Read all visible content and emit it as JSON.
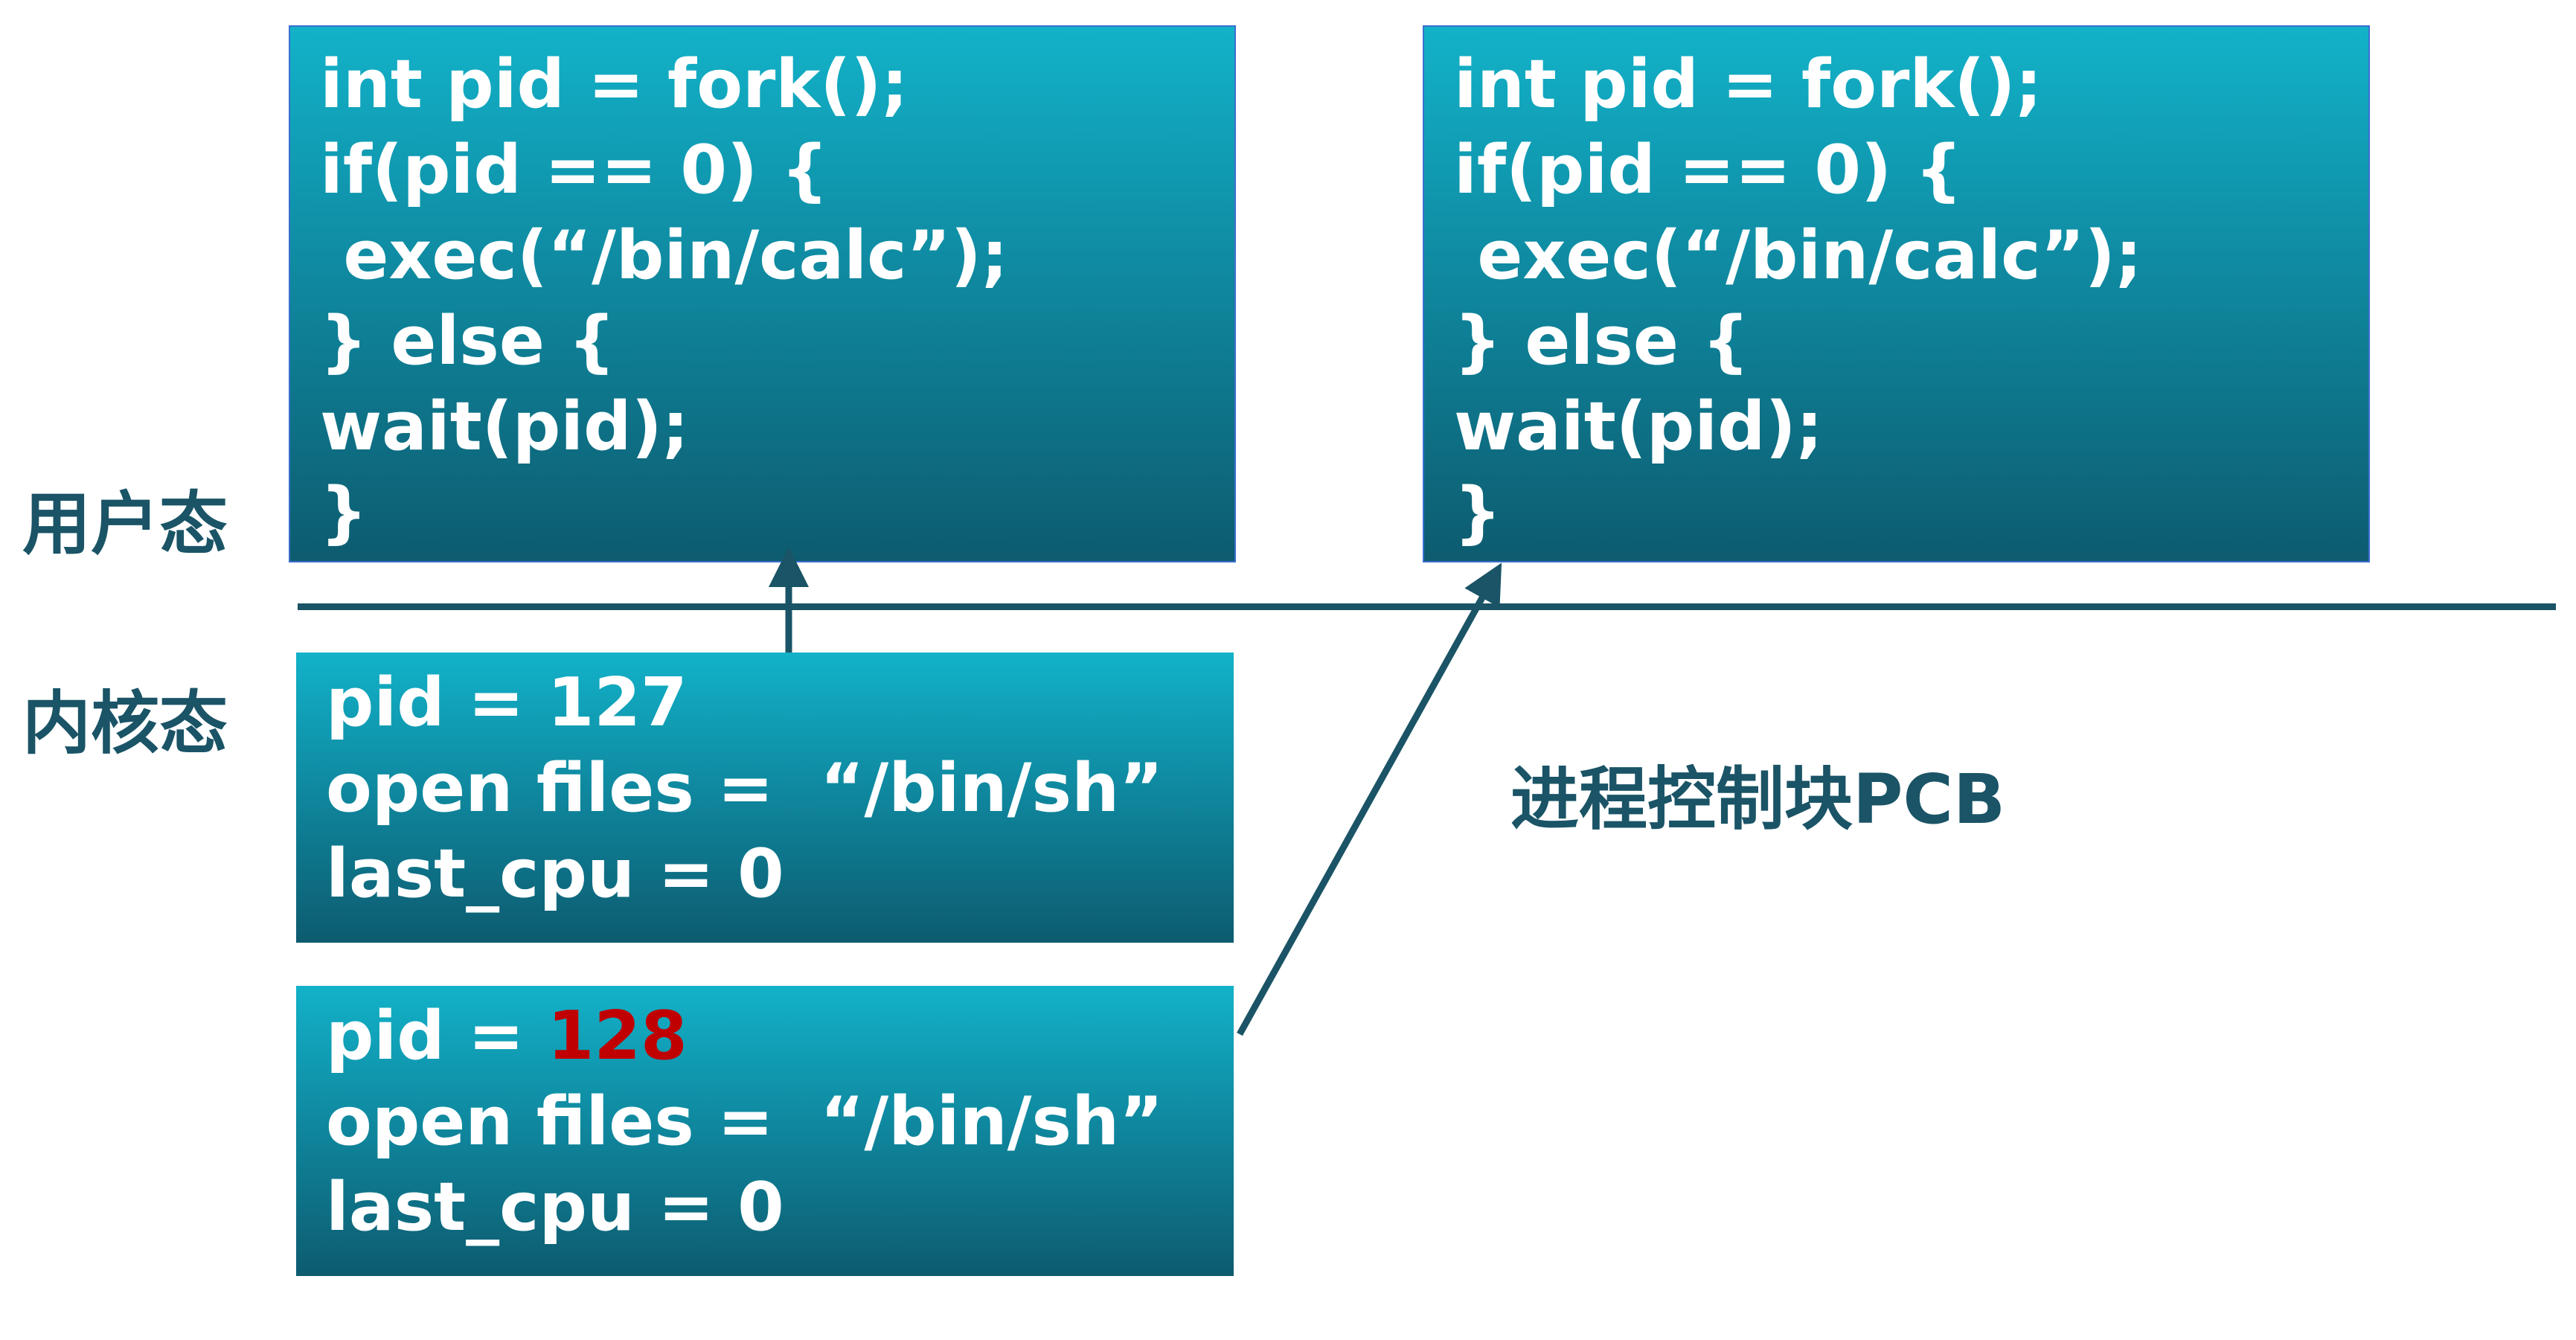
{
  "labels": {
    "user_mode": "用户态",
    "kernel_mode": "内核态",
    "pcb": "进程控制块PCB"
  },
  "user_code_left": {
    "lines": [
      "int pid = fork();",
      "if(pid == 0) {",
      " exec(“/bin/calc”);",
      "} else {",
      "wait(pid);",
      "}"
    ]
  },
  "user_code_right": {
    "lines": [
      "int pid = fork();",
      "if(pid == 0) {",
      " exec(“/bin/calc”);",
      "} else {",
      "wait(pid);",
      "}"
    ]
  },
  "pcb_parent": {
    "pid_label": "pid = ",
    "pid_value": "127",
    "open_files": "open files =  “/bin/sh”",
    "last_cpu": "last_cpu = 0"
  },
  "pcb_child": {
    "pid_label": "pid = ",
    "pid_value": "128",
    "open_files": "open files =  “/bin/sh”",
    "last_cpu": "last_cpu = 0"
  },
  "colors": {
    "accent_text": "#1a5466",
    "highlight": "#c00000",
    "box_top": "#12b2c9",
    "box_bottom": "#0d5b6f"
  }
}
